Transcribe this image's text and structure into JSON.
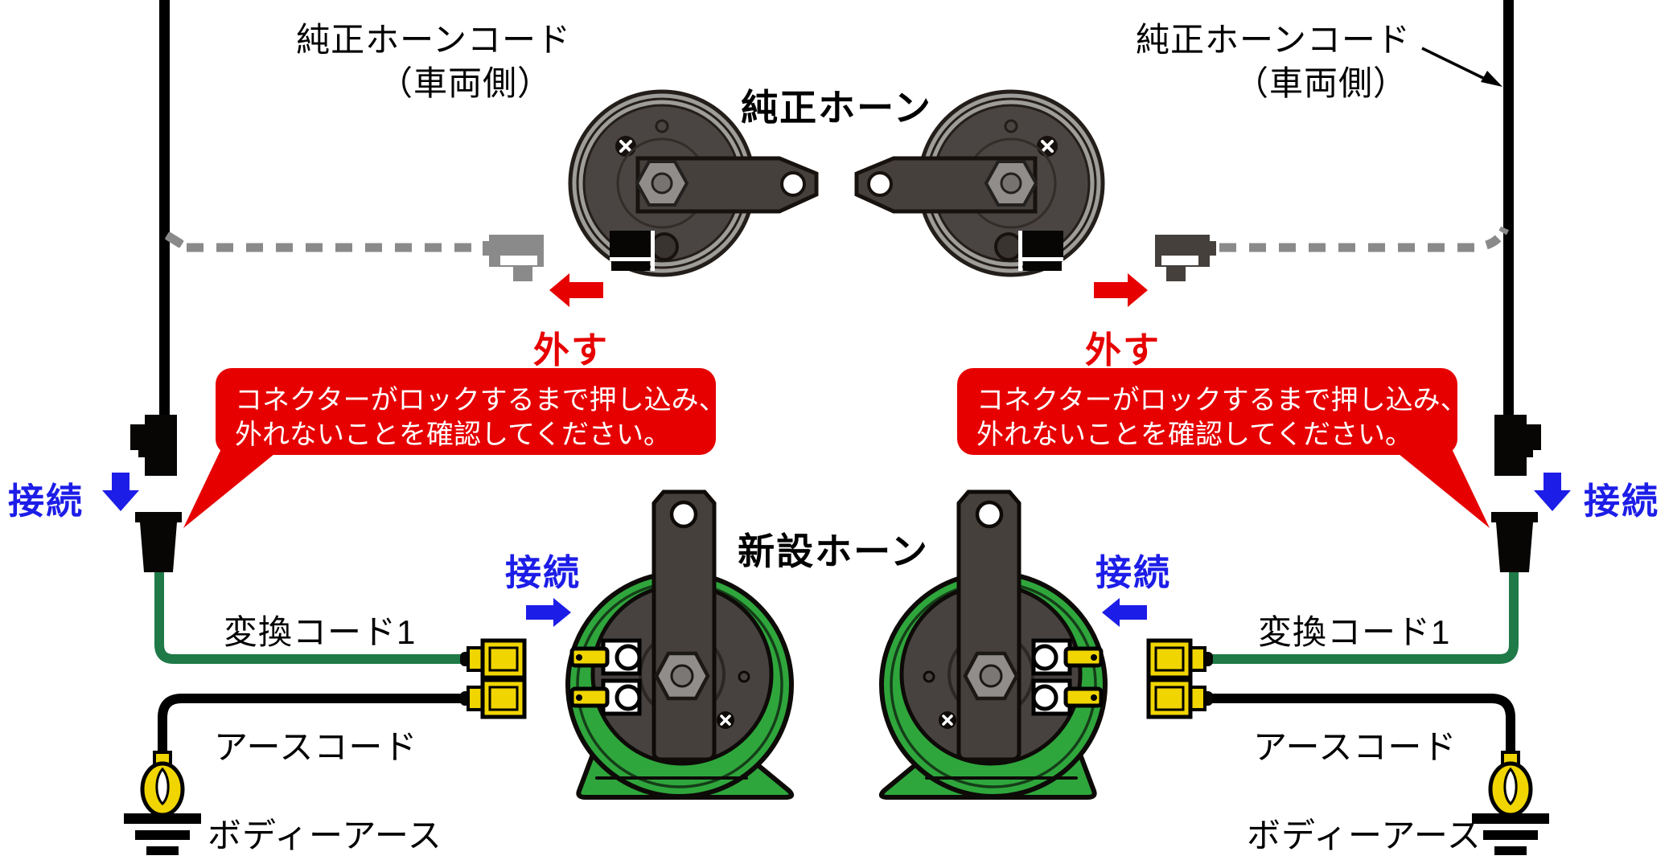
{
  "labels": {
    "stock_horn_title": "純正ホーン",
    "new_horn_title": "新設ホーン",
    "stock_cord_line1": "純正ホーンコード",
    "stock_cord_line2": "（車両側）",
    "remove": "外す",
    "connect": "接続",
    "conversion_cord": "変換コード1",
    "earth_cord": "アースコード",
    "body_earth": "ボディーアース"
  },
  "callout": {
    "line1": "コネクターがロックするまで押し込み、",
    "line2": "外れないことを確認してください。"
  },
  "colors": {
    "warning_red": "#e60000",
    "connect_blue": "#1d1de8",
    "horn_body_green": "#2fa63c",
    "conversion_wire_green": "#1f7a48",
    "terminal_yellow": "#f0d500",
    "dashed_cord_gray": "#8a8a8a",
    "horn_face_dark": "#4a4442",
    "wire_black": "#000000"
  }
}
